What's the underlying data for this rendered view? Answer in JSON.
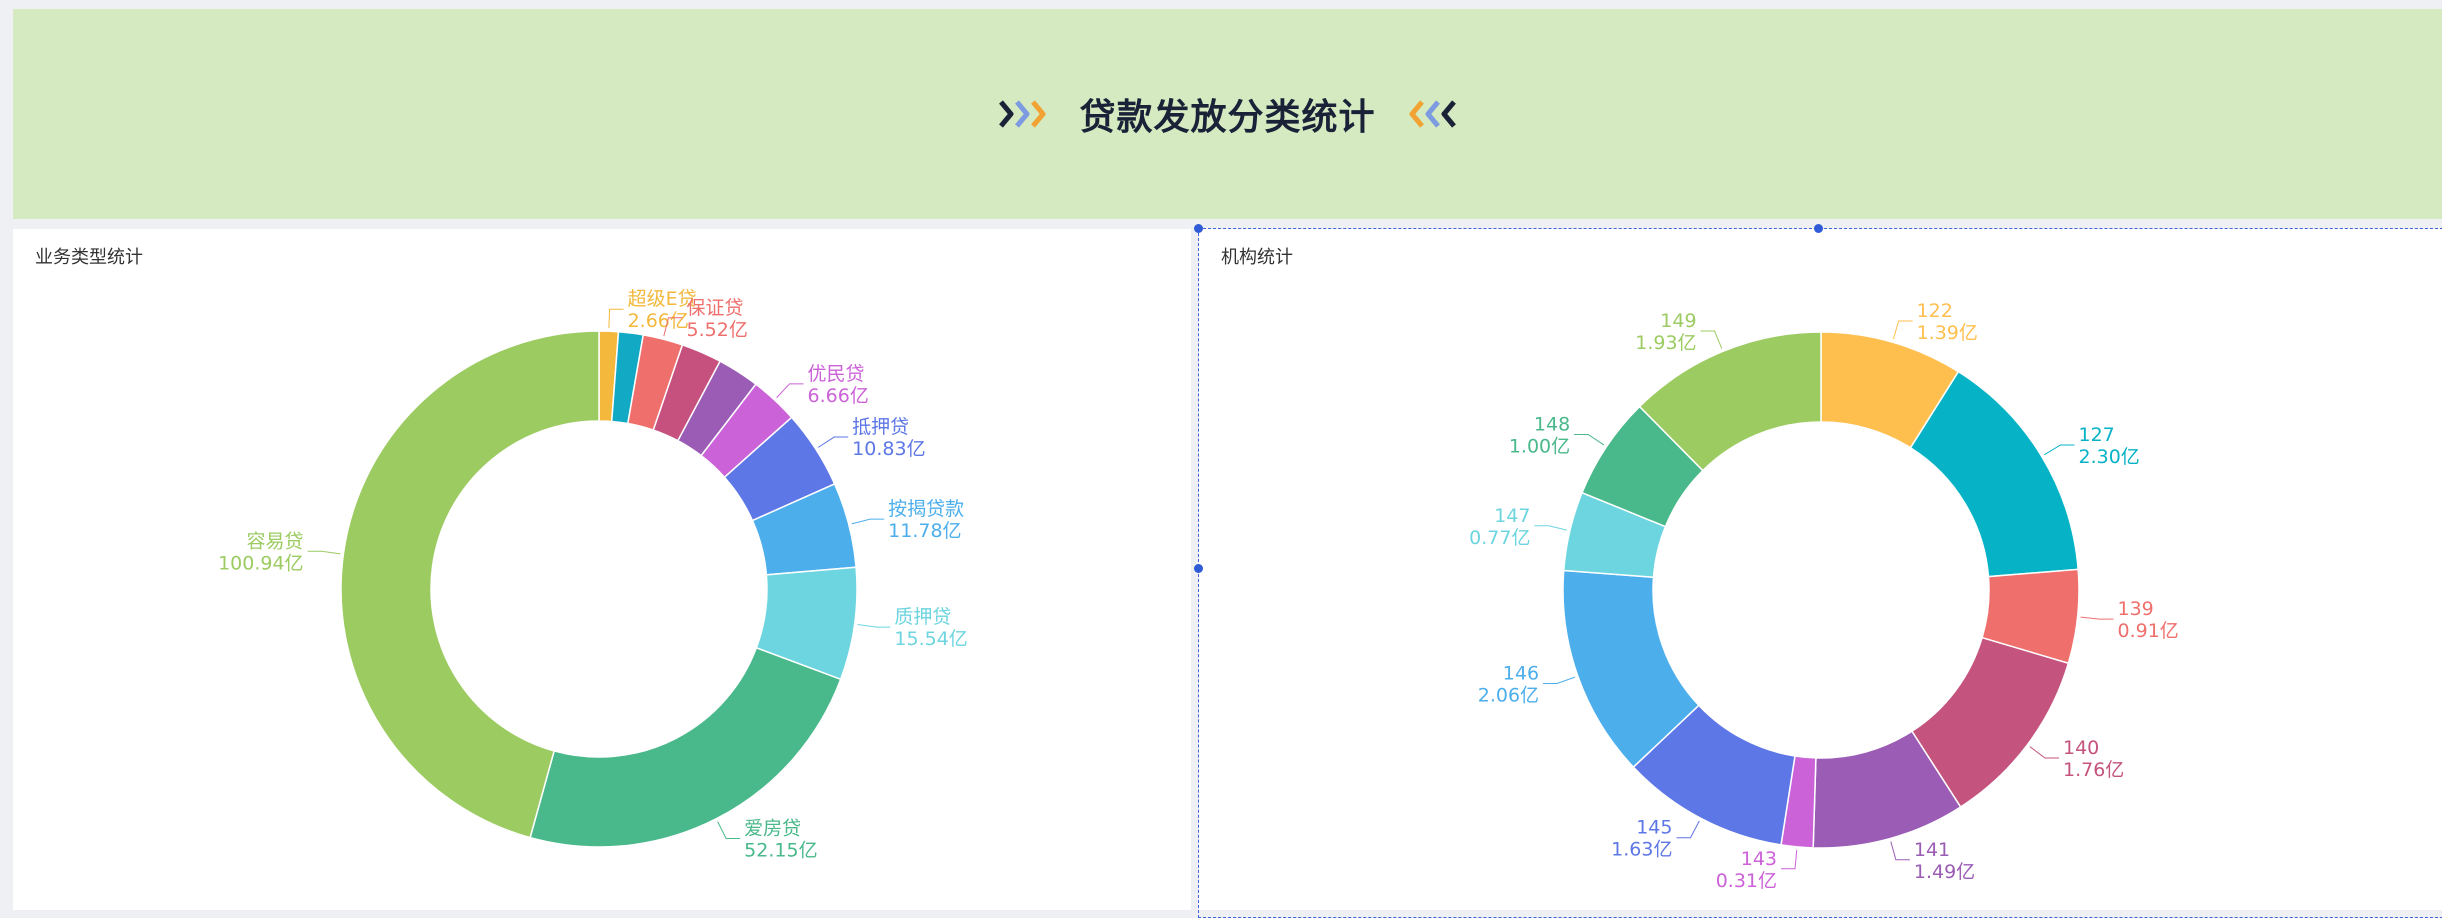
{
  "header": {
    "title": "贷款发放分类统计",
    "bg_color": "#d5eac0",
    "left_icon": "chevron-right-triple-icon",
    "right_icon": "chevron-left-triple-icon"
  },
  "panels": {
    "left_title": "业务类型统计",
    "right_title": "机构统计"
  },
  "chart_data": [
    {
      "type": "pie",
      "variant": "donut",
      "title": "业务类型统计",
      "slices": [
        {
          "name": "超级E贷",
          "value": 2.66,
          "value_label": "2.66亿",
          "color": "#f3b83c"
        },
        {
          "name": "",
          "value": 3.4,
          "value_label": "",
          "color": "#12a9c4"
        },
        {
          "name": "保证贷",
          "value": 5.52,
          "value_label": "5.52亿",
          "color": "#ef6f6c"
        },
        {
          "name": "",
          "value": 5.6,
          "value_label": "",
          "color": "#c6507e"
        },
        {
          "name": "",
          "value": 5.8,
          "value_label": "",
          "color": "#9a5cb4"
        },
        {
          "name": "优民贷",
          "value": 6.66,
          "value_label": "6.66亿",
          "color": "#cc62d8"
        },
        {
          "name": "抵押贷",
          "value": 10.83,
          "value_label": "10.83亿",
          "color": "#5e77e6"
        },
        {
          "name": "按揭贷款",
          "value": 11.78,
          "value_label": "11.78亿",
          "color": "#4daeec"
        },
        {
          "name": "质押贷",
          "value": 15.54,
          "value_label": "15.54亿",
          "color": "#6dd5df"
        },
        {
          "name": "爱房贷",
          "value": 52.15,
          "value_label": "52.15亿",
          "color": "#49b88a"
        },
        {
          "name": "容易贷",
          "value": 100.94,
          "value_label": "100.94亿",
          "color": "#9ccb62"
        }
      ]
    },
    {
      "type": "pie",
      "variant": "donut",
      "title": "机构统计",
      "slices": [
        {
          "name": "122",
          "value": 1.39,
          "value_label": "1.39亿",
          "color": "#ffbf4f"
        },
        {
          "name": "127",
          "value": 2.3,
          "value_label": "2.30亿",
          "color": "#06b3c6"
        },
        {
          "name": "139",
          "value": 0.91,
          "value_label": "0.91亿",
          "color": "#ef6f6c"
        },
        {
          "name": "140",
          "value": 1.76,
          "value_label": "1.76亿",
          "color": "#c4537e"
        },
        {
          "name": "141",
          "value": 1.49,
          "value_label": "1.49亿",
          "color": "#9a5cb4"
        },
        {
          "name": "143",
          "value": 0.31,
          "value_label": "0.31亿",
          "color": "#cc62d8"
        },
        {
          "name": "145",
          "value": 1.63,
          "value_label": "1.63亿",
          "color": "#5e77e6"
        },
        {
          "name": "146",
          "value": 2.06,
          "value_label": "2.06亿",
          "color": "#4daeec"
        },
        {
          "name": "147",
          "value": 0.77,
          "value_label": "0.77亿",
          "color": "#6dd5df"
        },
        {
          "name": "148",
          "value": 1.0,
          "value_label": "1.00亿",
          "color": "#49b88a"
        },
        {
          "name": "149",
          "value": 1.93,
          "value_label": "1.93亿",
          "color": "#9ccb62"
        }
      ]
    }
  ]
}
